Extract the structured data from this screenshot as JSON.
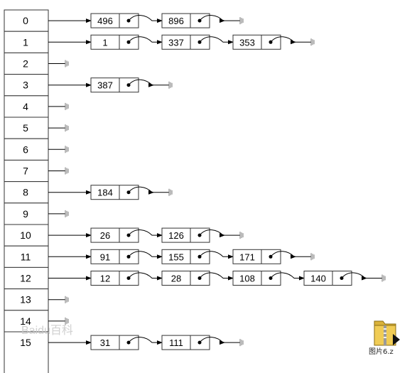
{
  "hash_table": {
    "buckets": [
      {
        "index": "0",
        "chain": [
          "496",
          "896"
        ]
      },
      {
        "index": "1",
        "chain": [
          "1",
          "337",
          "353"
        ]
      },
      {
        "index": "2",
        "chain": []
      },
      {
        "index": "3",
        "chain": [
          "387"
        ]
      },
      {
        "index": "4",
        "chain": []
      },
      {
        "index": "5",
        "chain": []
      },
      {
        "index": "6",
        "chain": []
      },
      {
        "index": "7",
        "chain": []
      },
      {
        "index": "8",
        "chain": [
          "184"
        ]
      },
      {
        "index": "9",
        "chain": []
      },
      {
        "index": "10",
        "chain": [
          "26",
          "126"
        ]
      },
      {
        "index": "11",
        "chain": [
          "91",
          "155",
          "171"
        ]
      },
      {
        "index": "12",
        "chain": [
          "12",
          "28",
          "108",
          "140"
        ]
      },
      {
        "index": "13",
        "chain": []
      },
      {
        "index": "14",
        "chain": []
      },
      {
        "index": "15",
        "chain": [
          "31",
          "111"
        ]
      }
    ]
  },
  "watermark": "Baidu百科",
  "file": {
    "label": "图片6.z",
    "icon": "zip-folder-icon"
  },
  "colors": {
    "line": "#000000",
    "border": "#333333",
    "null_marker": "#777777"
  }
}
